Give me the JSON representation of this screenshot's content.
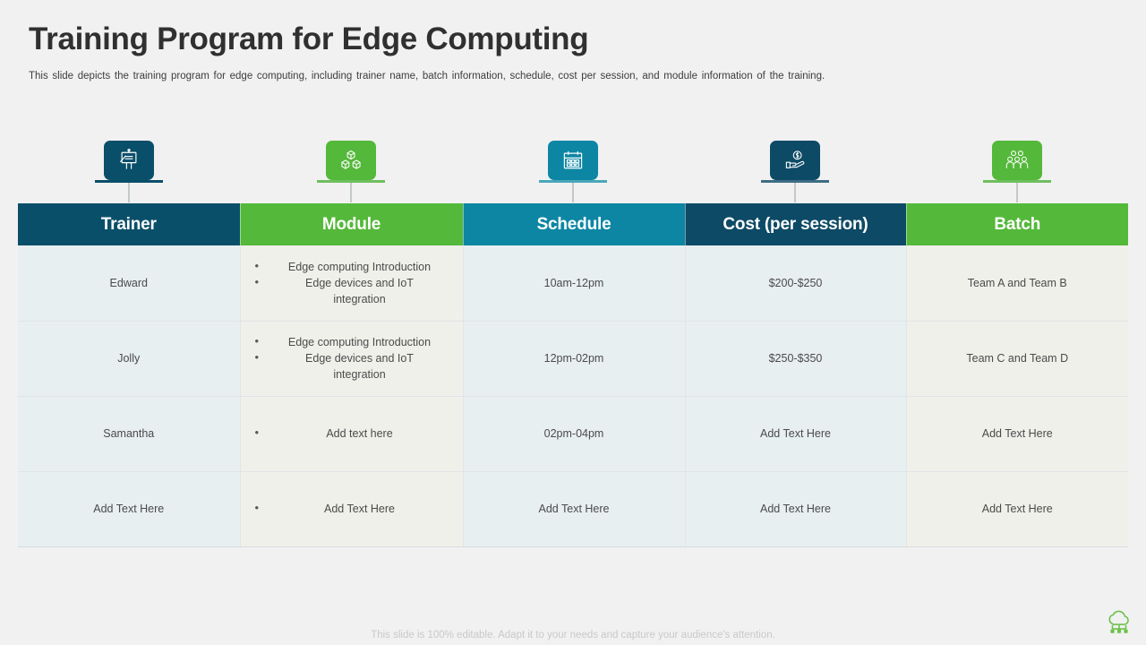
{
  "slide": {
    "title": "Training Program for Edge Computing",
    "subtitle": "This slide depicts the training program for edge computing, including trainer name, batch information, schedule, cost per session, and module information of the training.",
    "footer_note": "This slide is 100% editable. Adapt it to your needs and capture your audience's attention.",
    "logo_name": "cloud-computing-logo"
  },
  "colors": {
    "trainer_header": "#0a4f69",
    "module_header": "#54b83a",
    "schedule_header": "#0d86a4",
    "cost_header": "#0d4a66",
    "batch_header": "#54b83a",
    "cell_blue": "#e8eff1",
    "cell_beige": "#f0f0eb",
    "page_background": "#f1f1f1",
    "logo_green": "#6cc24a"
  },
  "icons": [
    {
      "name": "presentation-board-icon",
      "tile_color": "#0a4f69",
      "bar_color": "#0a4f69"
    },
    {
      "name": "modules-cubes-icon",
      "tile_color": "#54b83a",
      "bar_color": "#6fbf5e"
    },
    {
      "name": "calendar-icon",
      "tile_color": "#0d86a4",
      "bar_color": "#4aa7bb"
    },
    {
      "name": "hand-holding-money-icon",
      "tile_color": "#0d4a66",
      "bar_color": "#3d6d85"
    },
    {
      "name": "group-people-icon",
      "tile_color": "#54b83a",
      "bar_color": "#6fbf5e"
    }
  ],
  "table": {
    "headers": [
      {
        "label": "Trainer",
        "key": "trainer"
      },
      {
        "label": "Module",
        "key": "module"
      },
      {
        "label": "Schedule",
        "key": "schedule"
      },
      {
        "label": "Cost (per session)",
        "key": "cost"
      },
      {
        "label": "Batch",
        "key": "batch"
      }
    ],
    "rows": [
      {
        "trainer": "Edward",
        "module_bullets": [
          "Edge computing Introduction",
          "Edge devices and IoT integration"
        ],
        "schedule": "10am-12pm",
        "cost": "$200-$250",
        "batch": "Team A and Team B"
      },
      {
        "trainer": "Jolly",
        "module_bullets": [
          "Edge computing Introduction",
          "Edge devices and IoT integration"
        ],
        "schedule": "12pm-02pm",
        "cost": "$250-$350",
        "batch": "Team C and Team D"
      },
      {
        "trainer": "Samantha",
        "module_bullets": [
          "Add text here"
        ],
        "schedule": "02pm-04pm",
        "cost": "Add Text Here",
        "batch": "Add Text Here"
      },
      {
        "trainer": "Add Text Here",
        "module_bullets": [
          "Add Text Here"
        ],
        "schedule": "Add Text Here",
        "cost": "Add Text Here",
        "batch": "Add Text Here"
      }
    ]
  }
}
